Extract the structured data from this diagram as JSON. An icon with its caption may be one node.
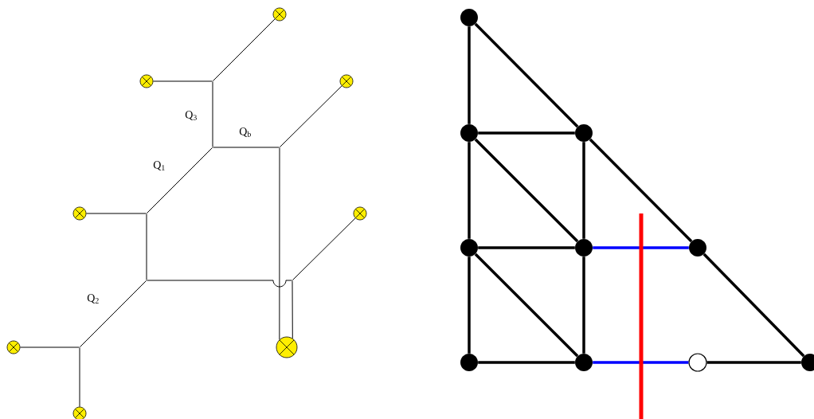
{
  "diagram": {
    "nodes": [
      {
        "text": [],
        "shape": "circle"
      },
      {
        "text": [],
        "shape": "circle"
      },
      {
        "text": [],
        "shape": "point"
      },
      {
        "text": [],
        "shape": "circle"
      },
      {
        "text": [],
        "shape": "point"
      },
      {
        "text": [],
        "shape": "point"
      },
      {
        "text": [],
        "shape": "circle"
      },
      {
        "text": [],
        "shape": "point"
      },
      {
        "text": [],
        "shape": "circle"
      },
      {
        "text": [],
        "shape": "point"
      },
      {
        "text": [],
        "shape": "point"
      },
      {
        "text": [],
        "shape": "point"
      },
      {
        "text": [],
        "shape": "circle"
      },
      {
        "text": [],
        "shape": "circle"
      },
      {
        "text": [],
        "shape": "circle"
      },
      {
        "text": [],
        "shape": "circle"
      },
      {
        "text": [],
        "shape": "circle"
      },
      {
        "text": [],
        "shape": "circle"
      },
      {
        "text": [],
        "shape": "circle"
      },
      {
        "text": [],
        "shape": "circle"
      },
      {
        "text": [],
        "shape": "circle"
      },
      {
        "text": [],
        "shape": "circle"
      },
      {
        "text": [],
        "shape": "circle"
      },
      {
        "text": [],
        "shape": "circle"
      },
      {
        "text": [],
        "shape": "circle"
      }
    ],
    "edges": [
      {
        "from": 2,
        "to": 0,
        "arrow": "none"
      },
      {
        "from": 1,
        "to": 2,
        "arrow": "none"
      },
      {
        "from": 2,
        "to": 4,
        "arrow": "none",
        "label": "Q$_{3}$"
      },
      {
        "from": 4,
        "to": 5,
        "arrow": "none",
        "label": "Q$_{b}$"
      },
      {
        "from": 4,
        "to": 7,
        "arrow": "none",
        "label": "Q$_{1}$"
      },
      {
        "from": 5,
        "to": 3,
        "arrow": "none"
      },
      {
        "from": 5,
        "to": 13,
        "arrow": "none"
      },
      {
        "from": 6,
        "to": 7,
        "arrow": "none"
      },
      {
        "from": 7,
        "to": 9,
        "arrow": "none"
      },
      {
        "from": 9,
        "to": 11,
        "arrow": "none",
        "label": "Q$_{2}$"
      },
      {
        "from": 12,
        "to": 11,
        "arrow": "none"
      },
      {
        "from": 11,
        "to": 14,
        "arrow": "none"
      },
      {
        "from": 9,
        "to": 10,
        "arrow": "none"
      },
      {
        "from": 10,
        "to": 8,
        "arrow": "none"
      },
      {
        "from": 10,
        "to": 13,
        "arrow": "none"
      },
      {
        "from": 15,
        "to": 16,
        "arrow": "none"
      },
      {
        "from": 15,
        "to": 17,
        "arrow": "none"
      },
      {
        "from": 16,
        "to": 17,
        "arrow": "none"
      },
      {
        "from": 16,
        "to": 18,
        "arrow": "none"
      },
      {
        "from": 16,
        "to": 19,
        "arrow": "none"
      },
      {
        "from": 17,
        "to": 19,
        "arrow": "none"
      },
      {
        "from": 17,
        "to": 20,
        "arrow": "none"
      },
      {
        "from": 18,
        "to": 19,
        "arrow": "none"
      },
      {
        "from": 18,
        "to": 21,
        "arrow": "none"
      },
      {
        "from": 18,
        "to": 22,
        "arrow": "none"
      },
      {
        "from": 19,
        "to": 22,
        "arrow": "none"
      },
      {
        "from": 20,
        "to": 24,
        "arrow": "none"
      },
      {
        "from": 21,
        "to": 22,
        "arrow": "none"
      },
      {
        "from": 23,
        "to": 24,
        "arrow": "none"
      },
      {
        "from": 19,
        "to": 20,
        "arrow": "none",
        "color": "#0000ff"
      },
      {
        "from": 22,
        "to": 23,
        "arrow": "none",
        "color": "#0000ff"
      }
    ]
  }
}
